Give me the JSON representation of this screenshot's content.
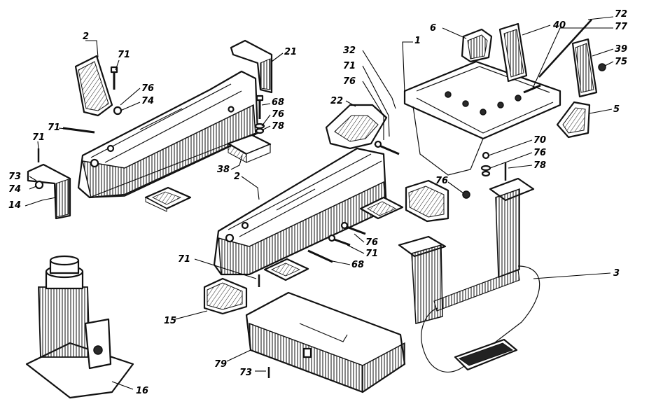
{
  "callouts": {
    "c1": "1",
    "c2a": "2",
    "c2b": "2",
    "c3": "3",
    "c5": "5",
    "c6": "6",
    "c14": "14",
    "c15": "15",
    "c16": "16",
    "c21": "21",
    "c22": "22",
    "c32": "32",
    "c38": "38",
    "c39": "39",
    "c40": "40",
    "c68a": "68",
    "c68b": "68",
    "c70": "70",
    "c71a": "71",
    "c71b": "71",
    "c71c": "71",
    "c71d": "71",
    "c71e": "71",
    "c71f": "71",
    "c72": "72",
    "c73a": "73",
    "c73b": "73",
    "c74a": "74",
    "c74b": "74",
    "c75": "75",
    "c76a": "76",
    "c76b": "76",
    "c76c": "76",
    "c76d": "76",
    "c76e": "76",
    "c76f": "76",
    "c77": "77",
    "c78a": "78",
    "c78b": "78",
    "c79": "79"
  }
}
